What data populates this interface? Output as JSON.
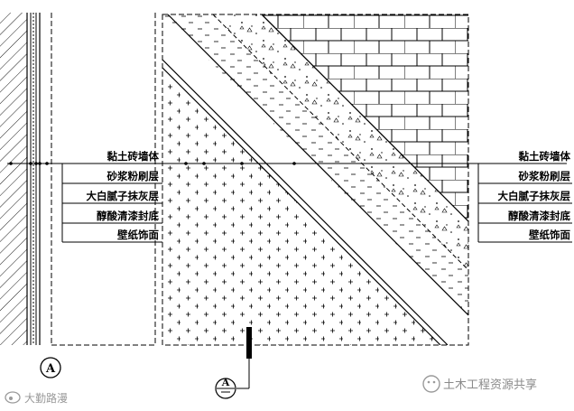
{
  "layers_left": [
    "黏土砖墙体",
    "砂浆粉刷层",
    "大白腻子抹灰层",
    "醇酸清漆封底",
    "壁纸饰面"
  ],
  "layers_right": [
    "黏土砖墙体",
    "砂浆粉刷层",
    "大白腻子抹灰层",
    "醇酸清漆封底",
    "壁纸饰面"
  ],
  "section_mark": "A",
  "watermark_left": "大勤路漫",
  "watermark_right": "土木工程资源共享",
  "colors": {
    "line": "#000000",
    "watermark": "#9a9a9a",
    "background": "#ffffff"
  }
}
